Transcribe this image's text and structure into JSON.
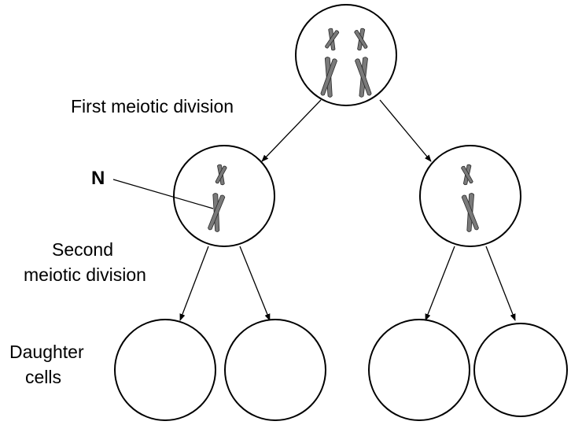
{
  "labels": {
    "first_division": "First meiotic division",
    "structure_n": "N",
    "second_division_line1": "Second",
    "second_division_line2": "meiotic division",
    "daughter_line1": "Daughter",
    "daughter_line2": "cells"
  },
  "colors": {
    "chromosome_fill": "#7a7a7a",
    "outline": "#000000"
  }
}
